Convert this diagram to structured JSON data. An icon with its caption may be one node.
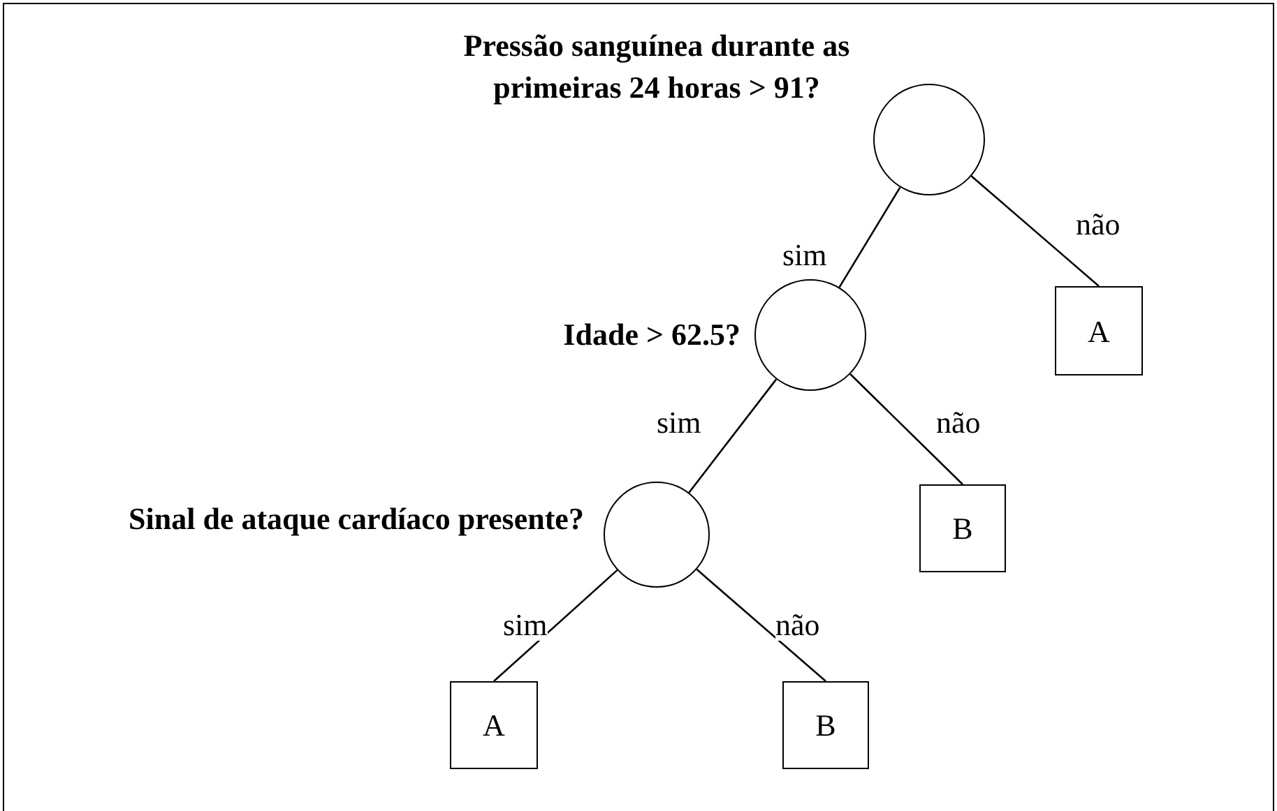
{
  "diagram": {
    "nodes": [
      {
        "text": [],
        "shape": "circle",
        "beside": [
          "Pressão sanguínea durante as primeiras 24 horas > 91?"
        ]
      },
      {
        "text": [],
        "shape": "circle",
        "beside": [
          "Idade > 62.5?"
        ]
      },
      {
        "text": [
          "A"
        ]
      },
      {
        "text": [],
        "shape": "circle",
        "beside": [
          "Sinal de ataque cardíaco presente?"
        ]
      },
      {
        "text": [
          "B"
        ]
      },
      {
        "text": [
          "A"
        ]
      },
      {
        "text": [
          "B"
        ]
      }
    ],
    "edges": [
      {
        "from": 0,
        "to": 1,
        "arrow": "none",
        "label": "sim"
      },
      {
        "from": 0,
        "to": 2,
        "arrow": "none",
        "label": "não"
      },
      {
        "from": 1,
        "to": 3,
        "arrow": "none",
        "label": "sim"
      },
      {
        "from": 1,
        "to": 4,
        "arrow": "none",
        "label": "não"
      },
      {
        "from": 3,
        "to": 5,
        "arrow": "none",
        "label": "sim"
      },
      {
        "from": 3,
        "to": 6,
        "arrow": "none",
        "label": "não"
      }
    ]
  }
}
